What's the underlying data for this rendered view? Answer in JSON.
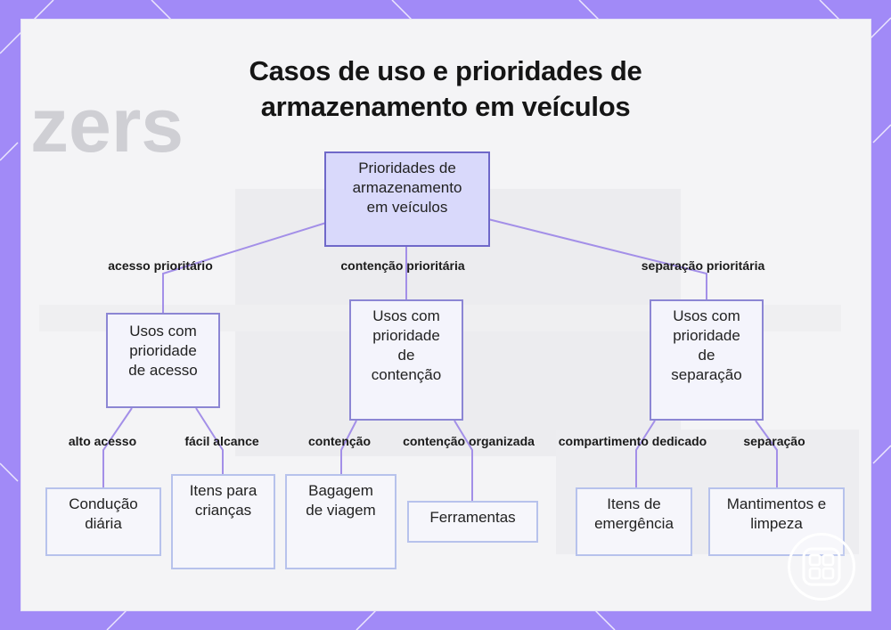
{
  "title": "Casos de uso e prioridades de armazenamento em veículos",
  "background_watermark": "zers",
  "colors": {
    "frame": "#a18af7",
    "root_fill": "#d9d9fb",
    "node_border": "#8a82d6",
    "edge": "#a38fe8"
  },
  "nodes": {
    "root": "Prioridades de armazenamento em veículos",
    "access": "Usos com prioridade de acesso",
    "containment": "Usos com prioridade de contenção",
    "separation": "Usos com prioridade de separação",
    "daily_driving": "Condução diária",
    "kids_items": "Itens para crianças",
    "travel_luggage": "Bagagem de viagem",
    "tools": "Ferramentas",
    "emergency_items": "Itens de emergência",
    "groceries_cleaning": "Mantimentos e limpeza"
  },
  "edge_labels": {
    "priority_access": "acesso prioritário",
    "priority_containment": "contenção prioritária",
    "priority_separation": "separação prioritária",
    "high_access": "alto acesso",
    "easy_reach": "fácil alcance",
    "containment": "contenção",
    "organized_containment": "contenção organizada",
    "dedicated_compartment": "compartimento dedicado",
    "separation": "separação"
  },
  "badge_icon": "app-grid-icon"
}
